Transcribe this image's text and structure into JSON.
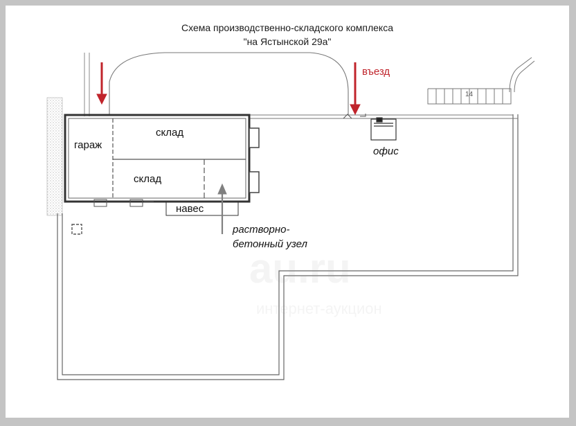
{
  "title": {
    "line1": "Схема производственно-складского комплекса",
    "line2": "\"на Ястынской 29а\""
  },
  "labels": {
    "garage": "гараж",
    "warehouse_upper": "склад",
    "warehouse_lower": "склад",
    "canopy": "навес",
    "entrance": "въезд",
    "office": "офис",
    "mortar_line1": "растворно-",
    "mortar_line2": "бетонный узел",
    "steps_mark": "14"
  },
  "watermark": {
    "line1": "au.ru",
    "line2": "интернет-аукцион"
  },
  "colors": {
    "entrance_arrow": "#c0242b",
    "pointer_arrow": "#808080",
    "wall": "#555555"
  }
}
